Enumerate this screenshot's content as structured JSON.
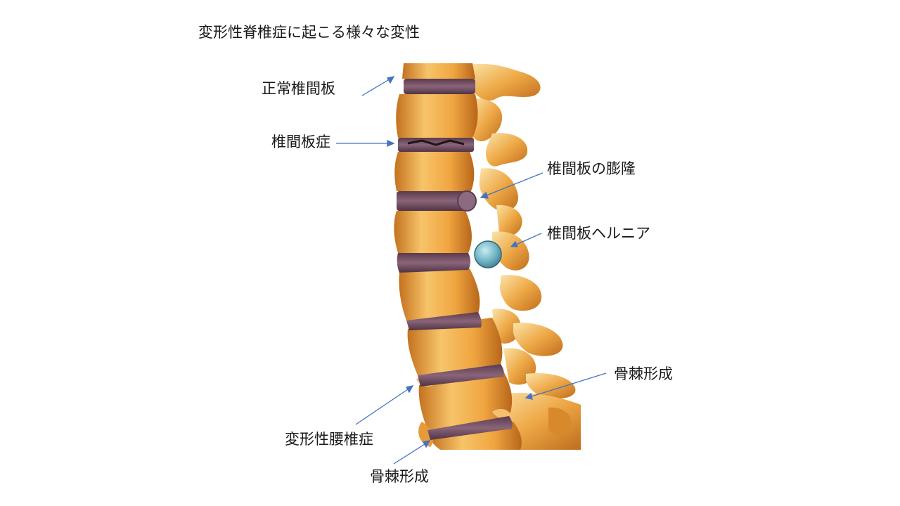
{
  "title": "変形性脊椎症に起こる様々な変性",
  "labels": {
    "normal_disc": "正常椎間板",
    "disc_disease": "椎間板症",
    "disc_bulge": "椎間板の膨隆",
    "disc_hernia": "椎間板ヘルニア",
    "osteophyte_right": "骨棘形成",
    "lumbar_spondylosis": "変形性腰椎症",
    "osteophyte_bottom": "骨棘形成"
  },
  "colors": {
    "arrow": "#4472c4",
    "bone": "#e8a23a",
    "bone_light": "#f7d79a",
    "bone_dark": "#b8661a",
    "disc": "#6e4a5e",
    "hernia": "#7ab8c8",
    "text": "#1a1a1a"
  },
  "icons": {
    "spine": "lumbar-spine-illustration"
  }
}
